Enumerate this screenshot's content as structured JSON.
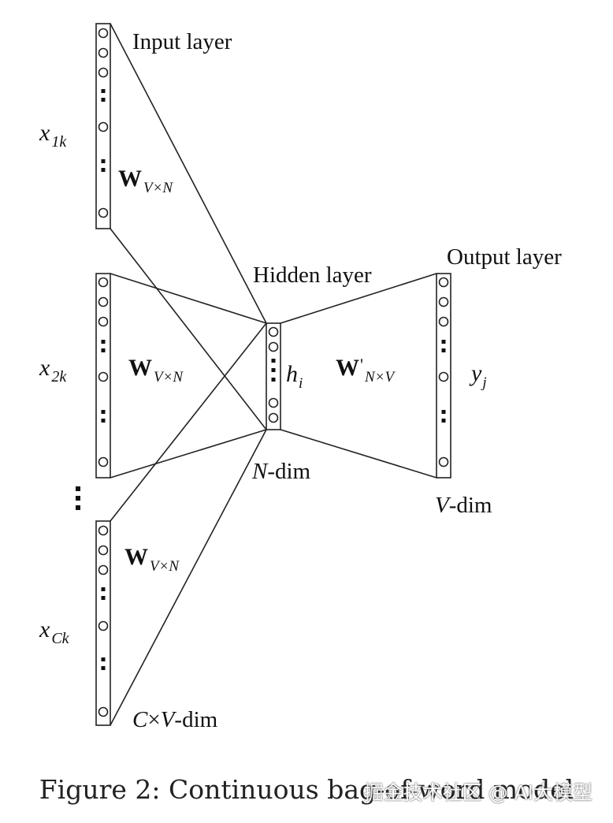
{
  "labels": {
    "input_layer": "Input layer",
    "hidden_layer": "Hidden layer",
    "output_layer": "Output layer",
    "x1k_base": "x",
    "x1k_sub": "1k",
    "x2k_base": "x",
    "x2k_sub": "2k",
    "xck_base": "x",
    "xck_sub": "Ck",
    "w_base": "W",
    "w_sub": "V×N",
    "wprime_base": "W",
    "wprime_prime": "'",
    "wprime_sub": "N×V",
    "h_base": "h",
    "h_sub": "i",
    "y_base": "y",
    "y_sub": "j",
    "n_dim_var": "N",
    "n_dim_suffix": "-dim",
    "v_dim_var": "V",
    "v_dim_suffix": "-dim",
    "cv_dim_c": "C",
    "cv_dim_times": "×",
    "cv_dim_v": "V",
    "cv_dim_suffix": "-dim"
  },
  "caption": "Figure 2: Continuous bag-of-word model",
  "watermark": "掘金技术社区 @ AI大模型"
}
